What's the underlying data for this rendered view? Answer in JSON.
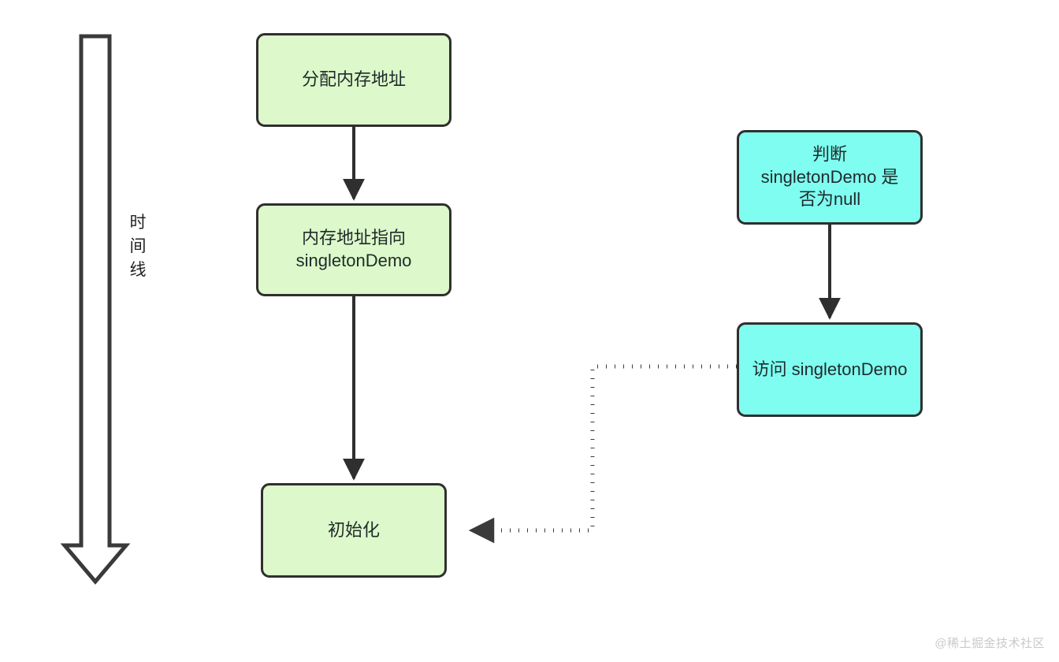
{
  "diagram": {
    "title": "Singleton instantiation timeline vs access ordering",
    "background_color": "#ffffff",
    "stroke_color": "#2f2f2f",
    "green_fill": "#ddf8ca",
    "cyan_fill": "#7ffdf0",
    "text_color": "#1e2b2b"
  },
  "timeline": {
    "label_chars": [
      "时",
      "间",
      "线"
    ],
    "label_text": "时间线",
    "direction": "down",
    "arrow_style": "hollow-outlined-block-arrow"
  },
  "nodes": {
    "alloc": {
      "label": "分配内存地址",
      "fill": "#ddf8ca",
      "column": "left"
    },
    "point": {
      "label": "内存地址指向 singletonDemo",
      "fill": "#ddf8ca",
      "column": "left"
    },
    "init": {
      "label": "初始化",
      "fill": "#ddf8ca",
      "column": "left"
    },
    "check": {
      "label": "判断 singletonDemo 是否为null",
      "fill": "#7ffdf0",
      "column": "right"
    },
    "access": {
      "label": "访问 singletonDemo",
      "fill": "#7ffdf0",
      "column": "right"
    }
  },
  "edges": [
    {
      "id": "alloc-to-point",
      "from": "alloc",
      "to": "point",
      "style": "solid",
      "arrowhead": "filled-triangle"
    },
    {
      "id": "point-to-init",
      "from": "point",
      "to": "init",
      "style": "solid",
      "arrowhead": "filled-triangle"
    },
    {
      "id": "check-to-access",
      "from": "check",
      "to": "access",
      "style": "solid",
      "arrowhead": "filled-triangle"
    },
    {
      "id": "access-to-init",
      "from": "access",
      "to": "init",
      "style": "dotted",
      "arrowhead": "filled-triangle"
    }
  ],
  "watermark": {
    "text": "@稀土掘金技术社区"
  }
}
